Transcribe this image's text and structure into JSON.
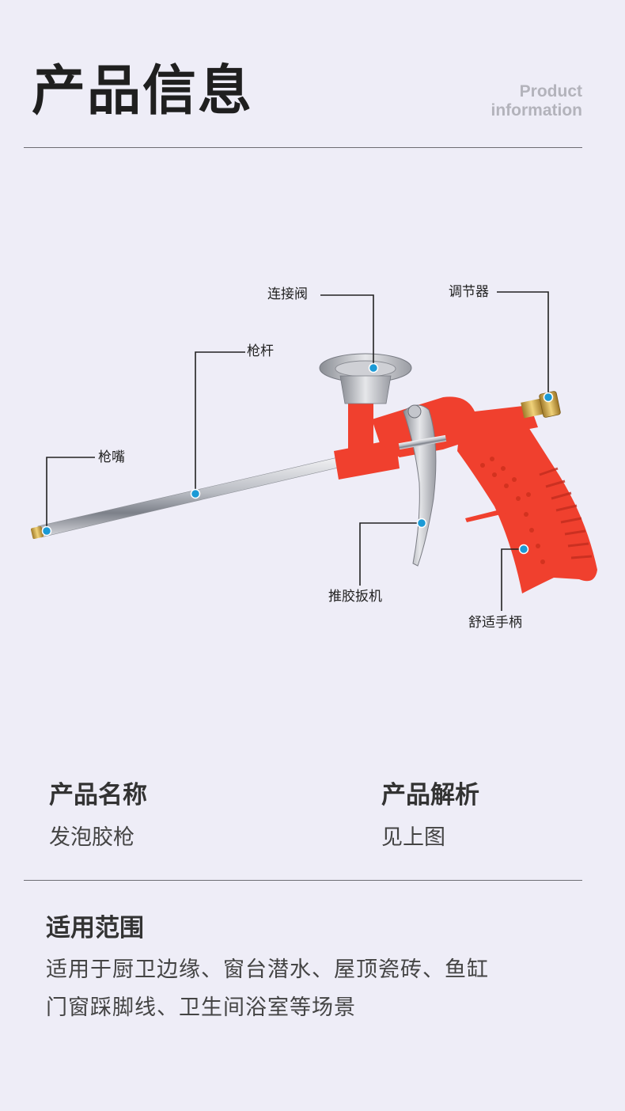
{
  "header": {
    "title": "产品信息",
    "subtitle_line1": "Product",
    "subtitle_line2": "information"
  },
  "diagram": {
    "labels": {
      "valve": "连接阀",
      "regulator": "调节器",
      "barrel": "枪杆",
      "nozzle": "枪嘴",
      "trigger": "推胶扳机",
      "handle": "舒适手柄"
    }
  },
  "specs": {
    "name_heading": "产品名称",
    "name_value": "发泡胶枪",
    "analysis_heading": "产品解析",
    "analysis_value": "见上图"
  },
  "scope": {
    "heading": "适用范围",
    "line1": "适用于厨卫边缘、窗台潜水、屋顶瓷砖、鱼缸",
    "line2": "门窗踩脚线、卫生间浴室等场景"
  },
  "colors": {
    "background": "#eeedf7",
    "gun_red": "#f0402e",
    "marker_blue": "#1b9ad6",
    "rule": "#6d6d73"
  }
}
